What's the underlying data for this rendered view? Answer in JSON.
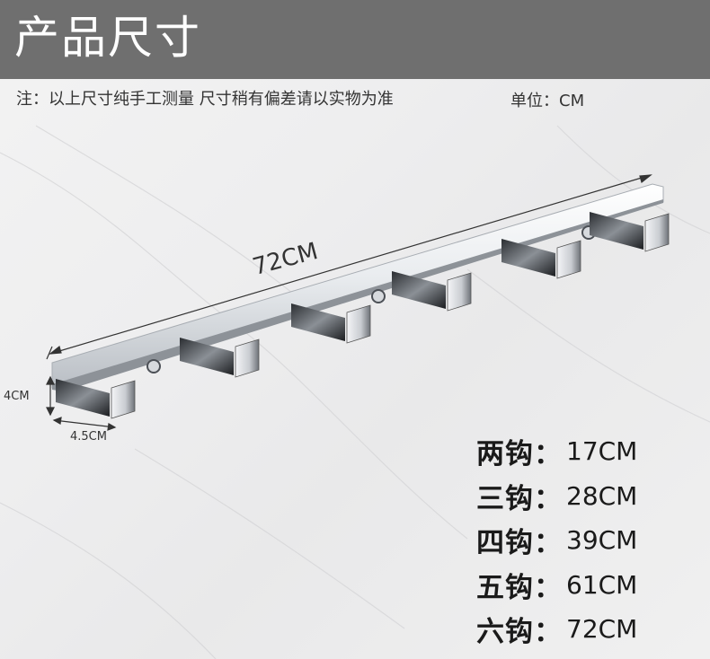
{
  "header": {
    "title": "产品尺寸"
  },
  "note": "注：以上尺寸纯手工测量 尺寸稍有偏差请以实物为准",
  "unit": "单位：CM",
  "dimensions": {
    "length": "72CM",
    "height": "4CM",
    "width": "4.5CM"
  },
  "specs": [
    {
      "label": "两钩：",
      "value": "17CM"
    },
    {
      "label": "三钩：",
      "value": "28CM"
    },
    {
      "label": "四钩：",
      "value": "39CM"
    },
    {
      "label": "五钩：",
      "value": "61CM"
    },
    {
      "label": "六钩：",
      "value": "72CM"
    }
  ]
}
